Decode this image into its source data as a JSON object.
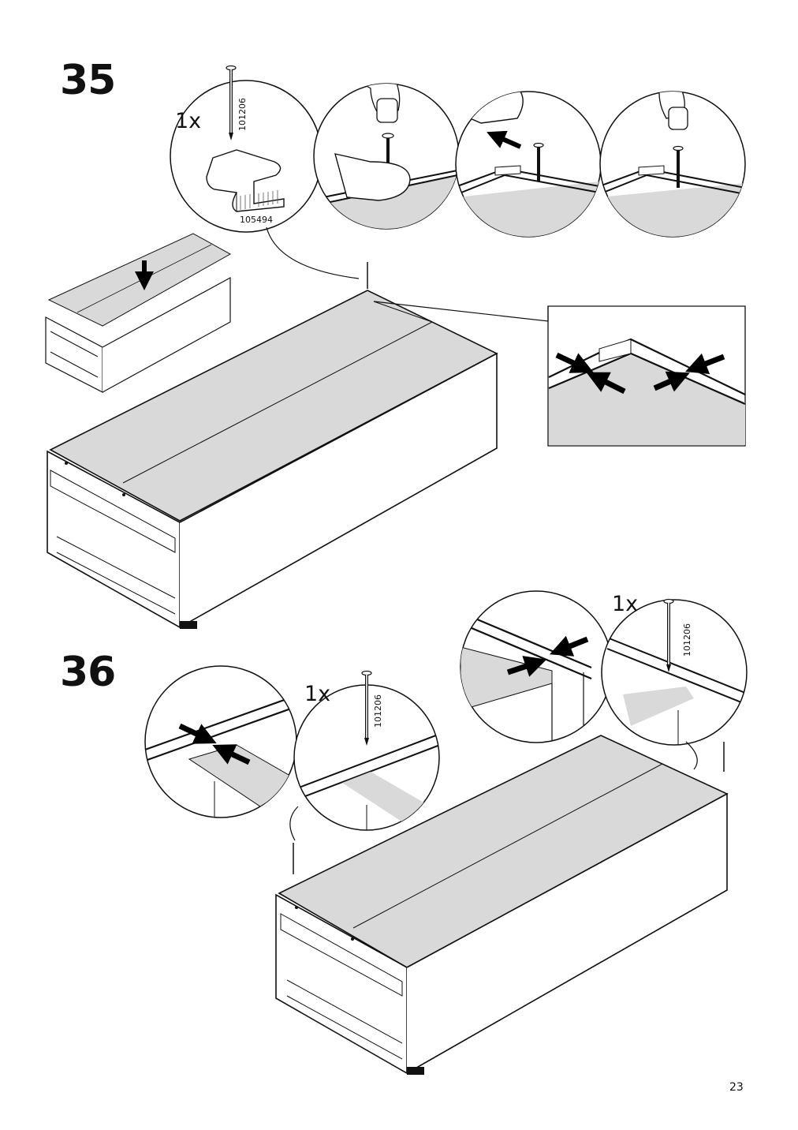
{
  "page": {
    "number": "23"
  },
  "steps": [
    {
      "number": "35",
      "quantity": "1x",
      "nail_part": "101206",
      "tool_part": "105494"
    },
    {
      "number": "36",
      "callouts": [
        {
          "quantity": "1x",
          "nail_part": "101206"
        },
        {
          "quantity": "1x",
          "nail_part": "101206"
        }
      ]
    }
  ],
  "colors": {
    "panel_gray": "#d9d9d9",
    "line": "#111111",
    "arrow": "#000000"
  }
}
